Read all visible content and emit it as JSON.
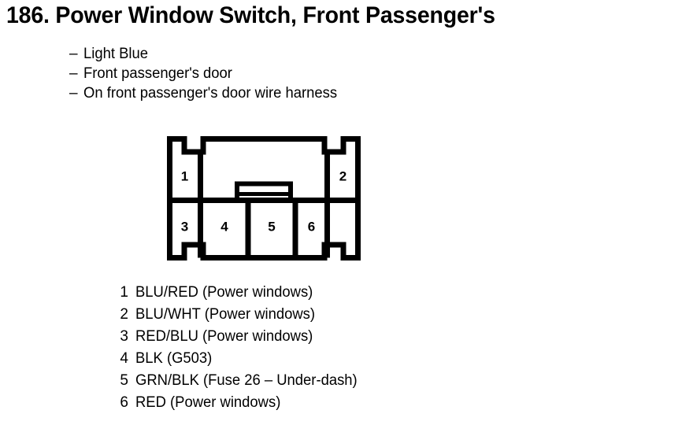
{
  "document": {
    "item_number": "186.",
    "title": "186. Power Window Switch, Front Passenger's",
    "colors": {
      "ink": "#000000",
      "paper": "#ffffff"
    }
  },
  "attributes": [
    {
      "dash": "–",
      "text": "Light Blue"
    },
    {
      "dash": "–",
      "text": "Front passenger's door"
    },
    {
      "dash": "–",
      "text": "On front passenger's door wire harness"
    }
  ],
  "connector": {
    "type": "6-pin-connector-outline",
    "top_row_pins": [
      "1",
      "2"
    ],
    "bottom_row_pins": [
      "3",
      "4",
      "5",
      "6"
    ],
    "latch_label": "center-latch-tab"
  },
  "pins": [
    {
      "number": "1",
      "description": "BLU/RED (Power windows)"
    },
    {
      "number": "2",
      "description": "BLU/WHT (Power windows)"
    },
    {
      "number": "3",
      "description": "RED/BLU (Power windows)"
    },
    {
      "number": "4",
      "description": "BLK (G503)"
    },
    {
      "number": "5",
      "description": "GRN/BLK (Fuse 26 – Under-dash)"
    },
    {
      "number": "6",
      "description": "RED (Power windows)"
    }
  ]
}
